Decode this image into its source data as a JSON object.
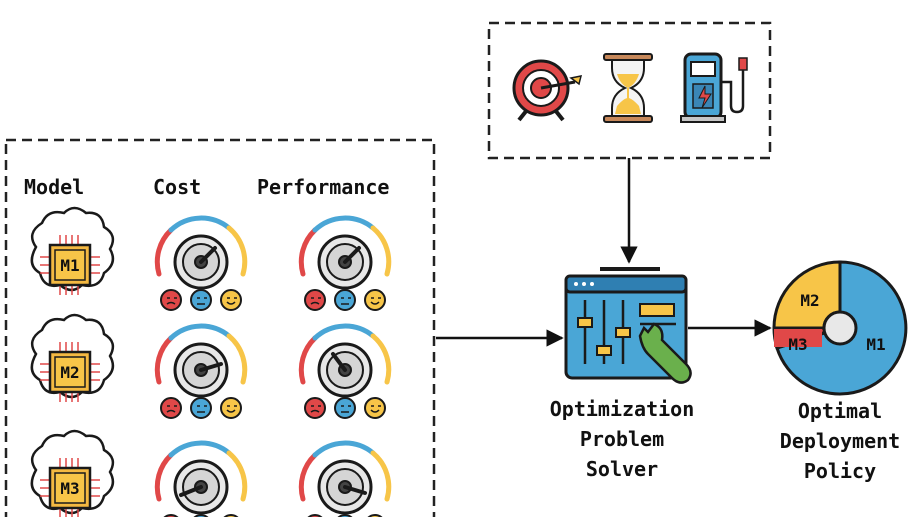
{
  "columns": {
    "model": "Model",
    "cost": "Cost",
    "performance": "Performance"
  },
  "models": [
    "M1",
    "M2",
    "M3"
  ],
  "constraint_icons": [
    "target-icon",
    "hourglass-icon",
    "charging-station-icon"
  ],
  "gauge_faces": [
    "sad-face-icon",
    "neutral-face-icon",
    "happy-face-icon"
  ],
  "solver": {
    "line1": "Optimization",
    "line2": "Problem",
    "line3": "Solver"
  },
  "policy": {
    "line1": "Optimal",
    "line2": "Deployment",
    "line3": "Policy"
  },
  "pie_labels": {
    "m1": "M1",
    "m2": "M2",
    "m3": "M3"
  },
  "colors": {
    "red": "#e04848",
    "blue": "#4aa6d6",
    "yellow": "#f7c548",
    "green": "#6ab04c",
    "chip": "#f4b942",
    "outline": "#1a1a1a"
  }
}
